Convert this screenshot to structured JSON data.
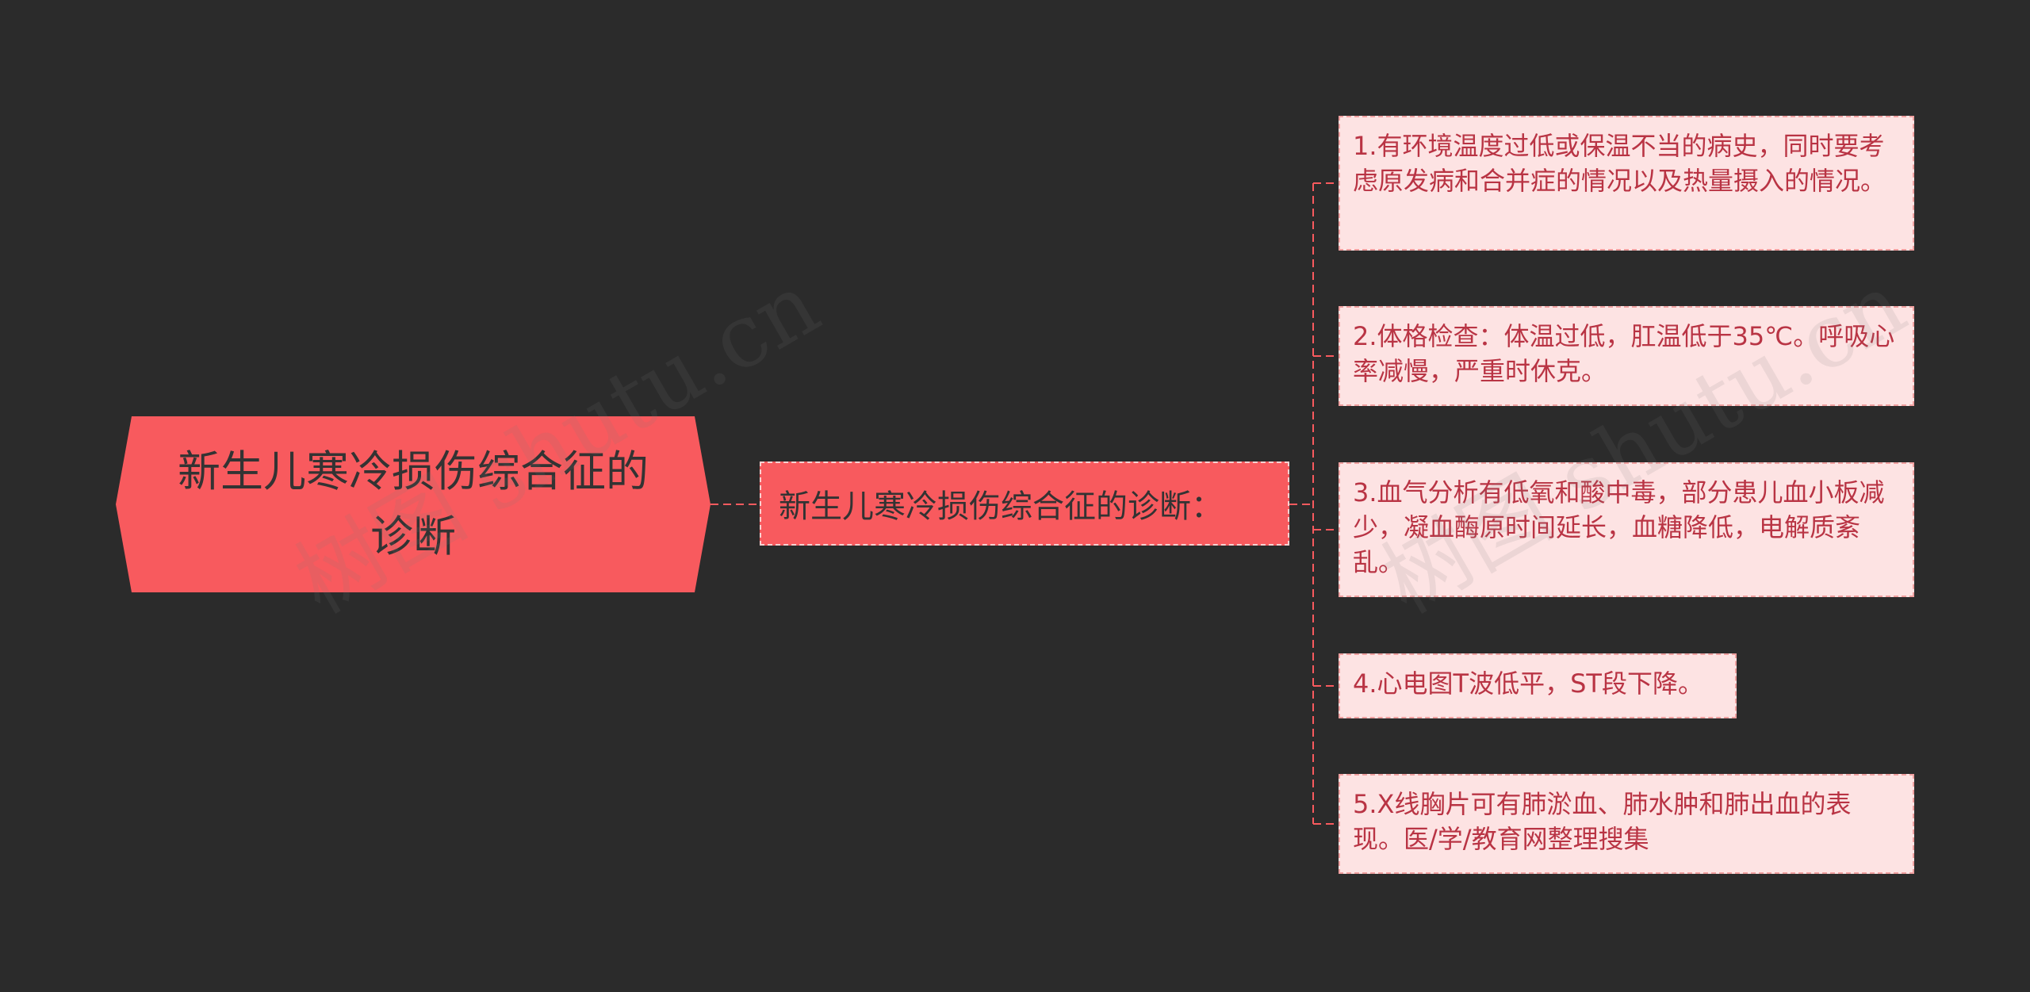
{
  "mindmap": {
    "root": {
      "label": "新生儿寒冷损伤综合征的诊断"
    },
    "branch": {
      "label": "新生儿寒冷损伤综合征的诊断："
    },
    "leaves": [
      {
        "label": "1.有环境温度过低或保温不当的病史，同时要考虑原发病和合并症的情况以及热量摄入的情况。"
      },
      {
        "label": "2.体格检查：体温过低，肛温低于35℃。呼吸心率减慢，严重时休克。"
      },
      {
        "label": "3.血气分析有低氧和酸中毒，部分患儿血小板减少，凝血酶原时间延长，血糖降低，电解质紊乱。"
      },
      {
        "label": "4.心电图T波低平，ST段下降。"
      },
      {
        "label": "5.X线胸片可有肺淤血、肺水肿和肺出血的表现。医/学/教育网整理搜集"
      }
    ]
  },
  "watermark": {
    "text": "树图 shutu.cn"
  },
  "colors": {
    "background": "#2b2b2b",
    "root_fill": "#f85a5e",
    "leaf_fill": "#fde3e3",
    "leaf_text": "#b93444",
    "connector": "#f85a5e"
  }
}
